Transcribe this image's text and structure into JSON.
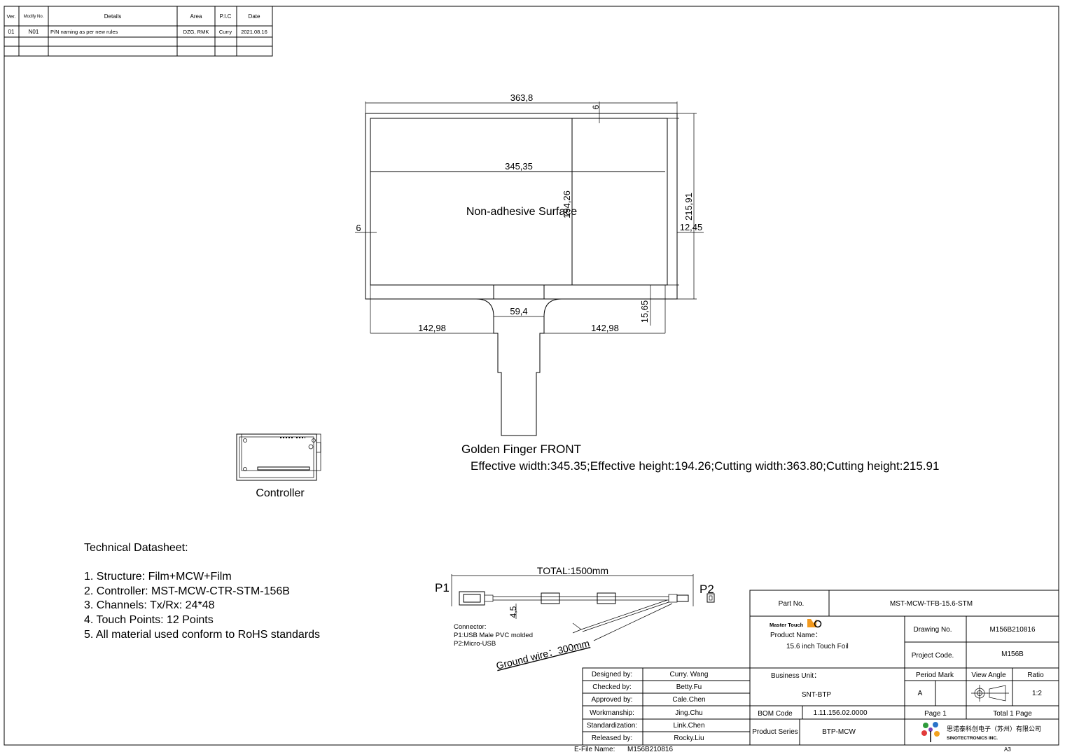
{
  "revision_table": {
    "headers": [
      "Ver.",
      "Modify No.",
      "Details",
      "Area",
      "P.I.C",
      "Date"
    ],
    "rows": [
      [
        "01",
        "N01",
        "P/N naming as per new rules",
        "DZG, RMK",
        "Curry",
        "2021.08.16"
      ],
      [
        "",
        "",
        "",
        "",
        "",
        ""
      ],
      [
        "",
        "",
        "",
        "",
        "",
        ""
      ]
    ]
  },
  "drawing": {
    "dim_total_width": "363,8",
    "dim_top_margin": "6",
    "dim_active_width": "345,35",
    "dim_active_height": "194,26",
    "dim_total_height": "215,91",
    "dim_left_margin": "6",
    "dim_right_margin": "12,45",
    "dim_tail_width": "59,4",
    "dim_tail_left": "142,98",
    "dim_tail_right": "142,98",
    "dim_bottom_band": "15,65",
    "surface_label": "Non-adhesive Surface",
    "tail_label": "Golden Finger FRONT",
    "spec_line": "Effective width:345.35;Effective height:194.26;Cutting width:363.80;Cutting height:215.91"
  },
  "controller": {
    "label": "Controller"
  },
  "datasheet": {
    "title": "Technical Datasheet:",
    "items": [
      "1. Structure: Film+MCW+Film",
      "2. Controller: MST-MCW-CTR-STM-156B",
      "3. Channels: Tx/Rx: 24*48",
      "4. Touch Points: 12 Points",
      "5. All material used conform to RoHS standards"
    ]
  },
  "cable": {
    "total": "TOTAL:1500mm",
    "p1": "P1",
    "p2": "P2",
    "height_dim": "4,5",
    "connector_title": "Connector:",
    "connector_p1": "P1:USB Male PVC molded",
    "connector_p2": "P2:Micro-USB",
    "ground_wire": "Ground wire：300mm"
  },
  "approvals": [
    {
      "role": "Designed by:",
      "name": "Curry. Wang"
    },
    {
      "role": "Checked by:",
      "name": "Betty.Fu"
    },
    {
      "role": "Approved by:",
      "name": "Cale.Chen"
    },
    {
      "role": "Workmanship:",
      "name": "Jing.Chu"
    },
    {
      "role": "Standardization:",
      "name": "Link.Chen"
    },
    {
      "role": "Released by:",
      "name": "Rocky.Liu"
    }
  ],
  "title_block": {
    "part_no_label": "Part No.",
    "part_no": "MST-MCW-TFB-15.6-STM",
    "logo_text": "Master Touch",
    "product_name_label": "Product Name：",
    "product_name": "15.6 inch Touch Foil",
    "drawing_no_label": "Drawing No.",
    "drawing_no": "M156B210816",
    "project_code_label": "Project Code.",
    "project_code": "M156B",
    "business_unit_label": "Business Unit：",
    "business_unit": "SNT-BTP",
    "period_mark_label": "Period Mark",
    "period_mark": "A",
    "view_angle_label": "View Angle",
    "ratio_label": "Ratio",
    "ratio": "1:2",
    "bom_code_label": "BOM Code",
    "bom_code": "1.11.156.02.0000",
    "page": "Page 1",
    "total_pages": "Total 1 Page",
    "product_series_label": "Product Series",
    "product_series": "BTP-MCW",
    "company_cn": "思诺泰科创电子（苏州）有限公司",
    "company_en": "SINOTECTRONICS INC.",
    "efile_label": "E-File Name:",
    "efile": "M156B210816",
    "sheet_size": "A3"
  }
}
